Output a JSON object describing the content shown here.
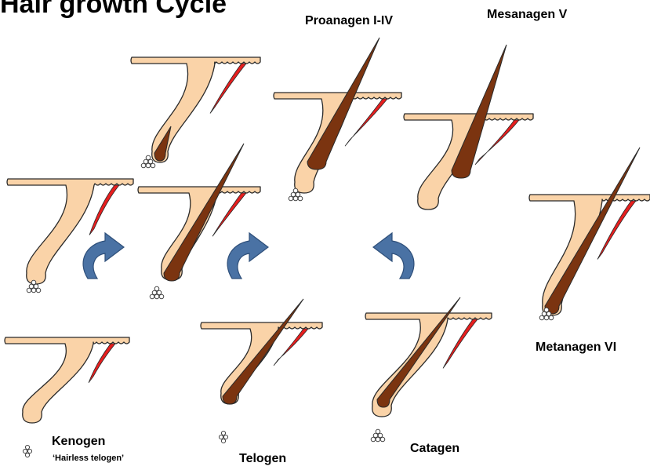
{
  "title": "Hair growth Cycle",
  "labels": {
    "proanagen": "Proanagen I-IV",
    "mesanagen": "Mesanagen V",
    "metanagen": "Metanagen VI",
    "kenogen": "Kenogen",
    "kenogen_sub": "‘Hairless telogen’",
    "telogen": "Telogen",
    "catagen": "Catagen"
  },
  "colors": {
    "skin": "#FAD3A8",
    "outline": "#2a2a2a",
    "hair_shaft": "#7B3410",
    "arrector_muscle": "#E61E1E",
    "cycle_arrow": "#4A72A4"
  },
  "icons": [
    "papilla-cells-icon",
    "cycle-arrow-icon"
  ]
}
